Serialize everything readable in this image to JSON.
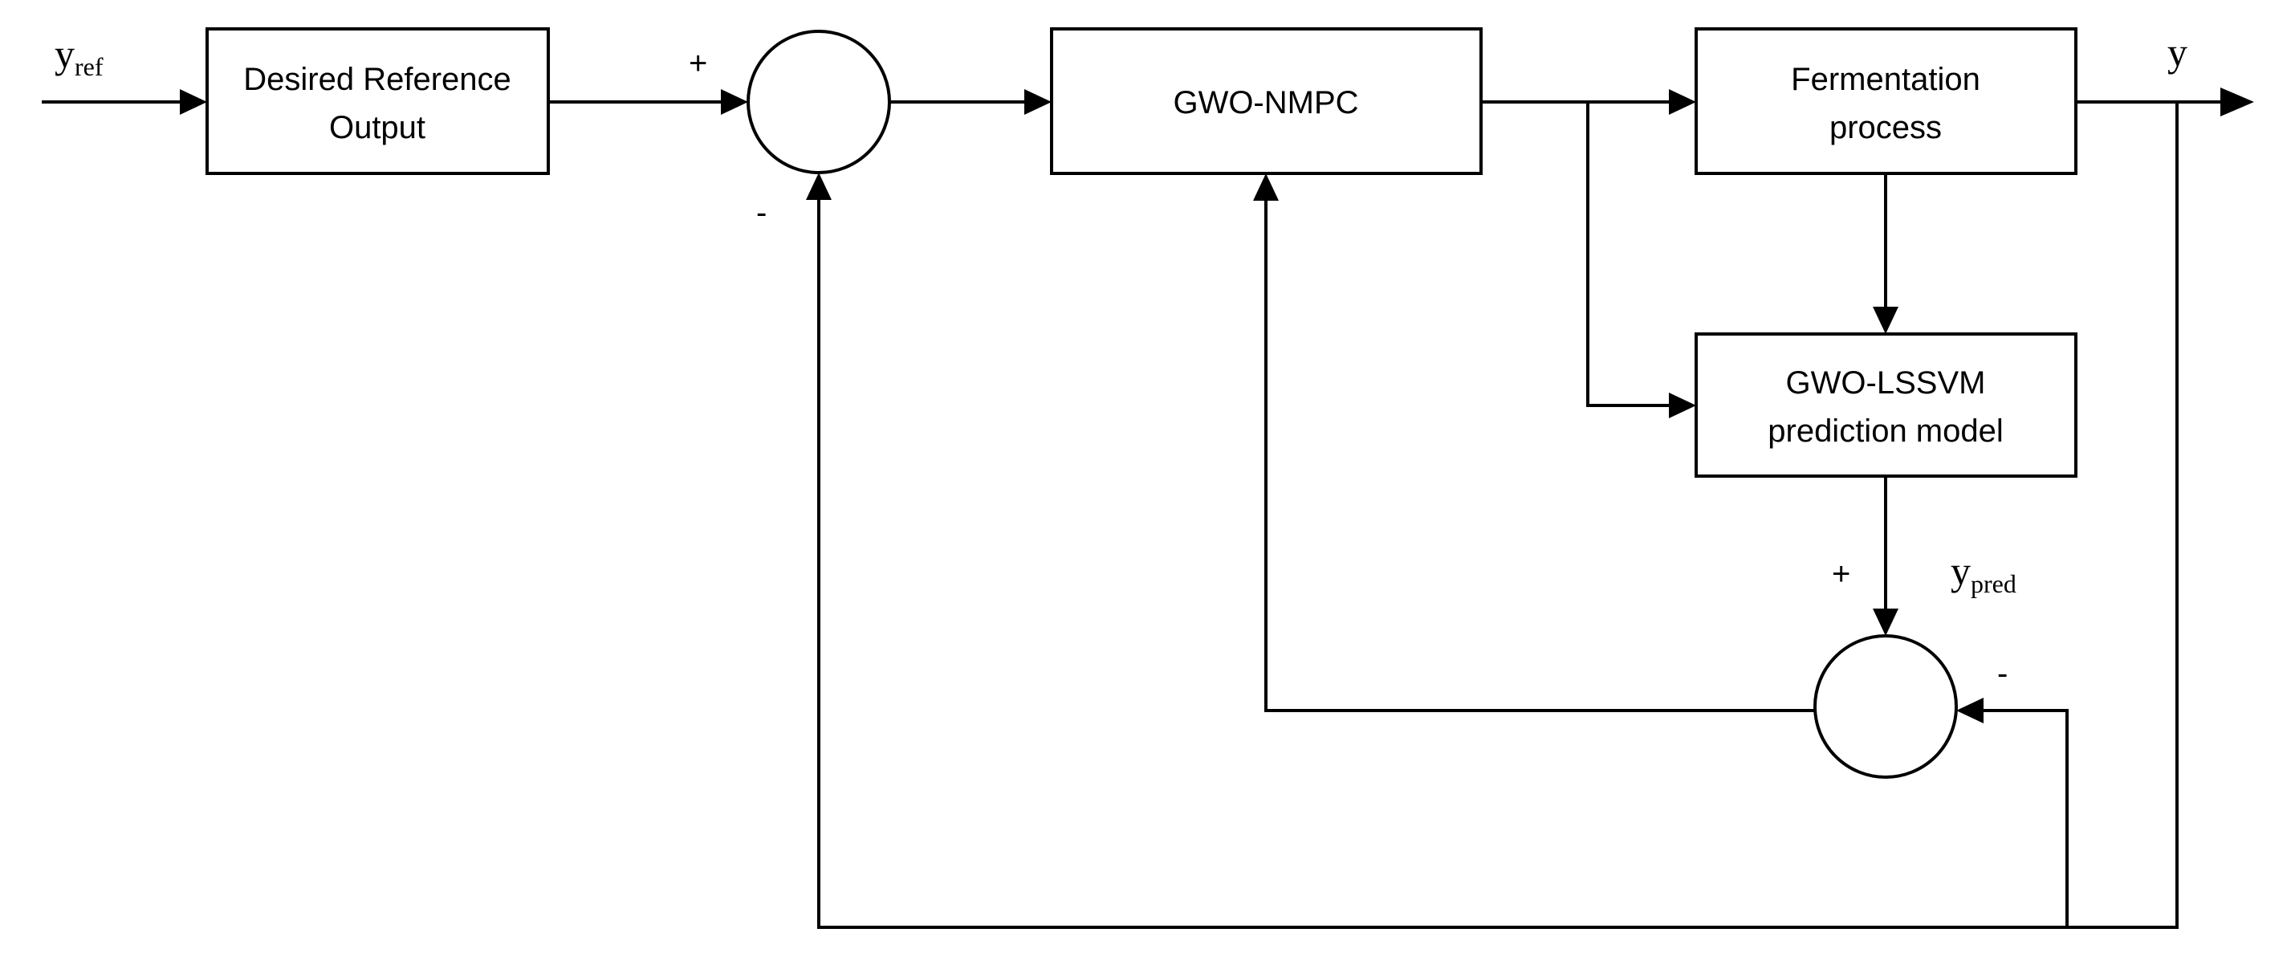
{
  "blocks": {
    "desired_reference": {
      "line1": "Desired Reference",
      "line2": "Output"
    },
    "gwo_nmpc": {
      "label": "GWO-NMPC"
    },
    "fermentation": {
      "line1": "Fermentation",
      "line2": "process"
    },
    "gwo_lssvm": {
      "line1": "GWO-LSSVM",
      "line2": "prediction model"
    }
  },
  "signals": {
    "reference": {
      "main": "y",
      "sub": "ref"
    },
    "output": {
      "main": "y"
    },
    "prediction": {
      "main": "y",
      "sub": "pred"
    }
  },
  "signs": {
    "main_sum_plus": "+",
    "main_sum_minus": "-",
    "error_sum_plus": "+",
    "error_sum_minus": "-"
  }
}
